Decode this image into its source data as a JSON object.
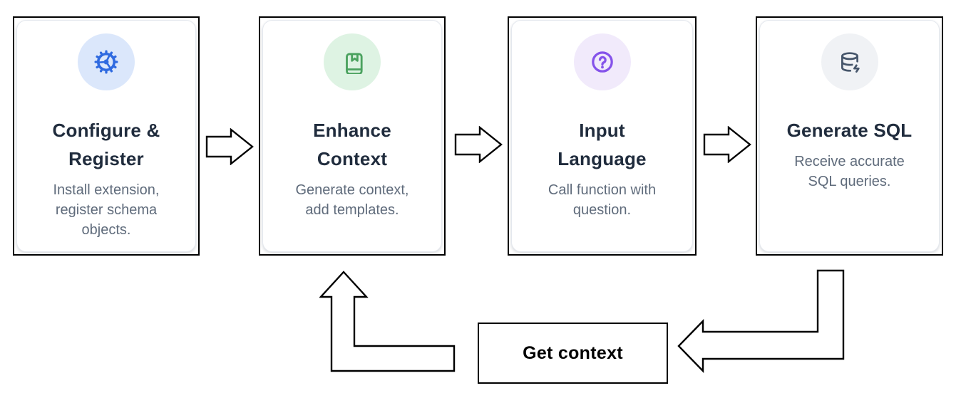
{
  "diagram": {
    "steps": [
      {
        "title": "Configure &\nRegister",
        "description": "Install extension,\nregister schema\nobjects.",
        "icon": "gear-icon",
        "accent_color": "#2f6ae0",
        "accent_bg": "#dbe7fb"
      },
      {
        "title": "Enhance\nContext",
        "description": "Generate context,\nadd templates.",
        "icon": "book-bookmark-icon",
        "accent_color": "#4ba25f",
        "accent_bg": "#def3e3"
      },
      {
        "title": "Input\nLanguage",
        "description": "Call function with\nquestion.",
        "icon": "question-circle-icon",
        "accent_color": "#8553ea",
        "accent_bg": "#f1eafb"
      },
      {
        "title": "Generate SQL",
        "description": "Receive accurate\nSQL queries.",
        "icon": "database-bolt-icon",
        "accent_color": "#46566b",
        "accent_bg": "#f0f2f5"
      }
    ],
    "loop_label": "Get context",
    "colors": {
      "background": "#ffffff",
      "card_border": "#000000",
      "card_inner_border": "#e4e8ee",
      "title_text": "#202c3d",
      "body_text": "#5f6b7b",
      "arrow_outline": "#000000"
    }
  }
}
